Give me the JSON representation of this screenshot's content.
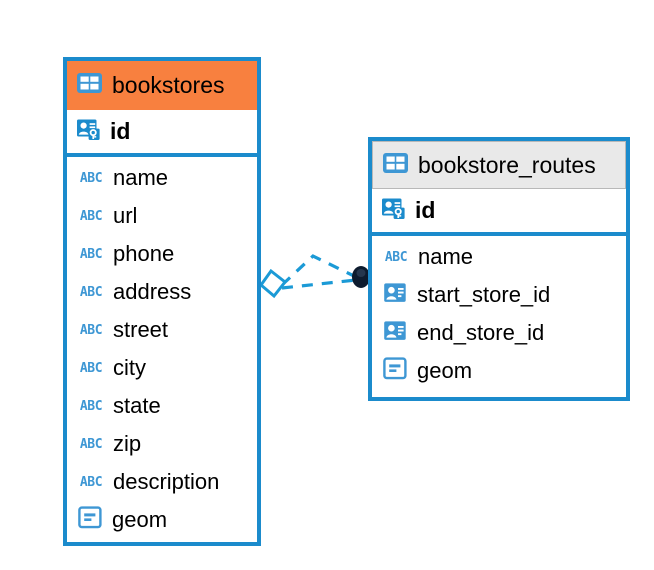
{
  "diagram": {
    "type": "entity-relationship-diagram",
    "background_color": "#ffffff",
    "accent_color": "#1b8bcc",
    "selected_header_color": "#f8803f",
    "unselected_header_color": "#e9e9e9",
    "relationship_line_color": "#1b9ad6",
    "relationship_endpoint_color": "#0d1b2e"
  },
  "entities": [
    {
      "name": "bookstores",
      "selected": true,
      "table_icon": "table-icon",
      "primary_key": {
        "label": "id",
        "icon": "primary-key-icon"
      },
      "fields": [
        {
          "label": "name",
          "icon": "abc-icon",
          "icon_text": "ABC"
        },
        {
          "label": "url",
          "icon": "abc-icon",
          "icon_text": "ABC"
        },
        {
          "label": "phone",
          "icon": "abc-icon",
          "icon_text": "ABC"
        },
        {
          "label": "address",
          "icon": "abc-icon",
          "icon_text": "ABC"
        },
        {
          "label": "street",
          "icon": "abc-icon",
          "icon_text": "ABC"
        },
        {
          "label": "city",
          "icon": "abc-icon",
          "icon_text": "ABC"
        },
        {
          "label": "state",
          "icon": "abc-icon",
          "icon_text": "ABC"
        },
        {
          "label": "zip",
          "icon": "abc-icon",
          "icon_text": "ABC"
        },
        {
          "label": "description",
          "icon": "abc-icon",
          "icon_text": "ABC"
        },
        {
          "label": "geom",
          "icon": "geometry-icon",
          "icon_text": ""
        }
      ]
    },
    {
      "name": "bookstore_routes",
      "selected": false,
      "table_icon": "table-icon",
      "primary_key": {
        "label": "id",
        "icon": "primary-key-icon"
      },
      "fields": [
        {
          "label": "name",
          "icon": "abc-icon",
          "icon_text": "ABC"
        },
        {
          "label": "start_store_id",
          "icon": "foreign-key-icon",
          "icon_text": ""
        },
        {
          "label": "end_store_id",
          "icon": "foreign-key-icon",
          "icon_text": ""
        },
        {
          "label": "geom",
          "icon": "geometry-icon",
          "icon_text": ""
        }
      ]
    }
  ],
  "relationship": {
    "from_entity": "bookstores",
    "to_entity": "bookstore_routes",
    "style": "dashed",
    "source_marker": "diamond-outline",
    "target_marker": "filled-circle"
  }
}
